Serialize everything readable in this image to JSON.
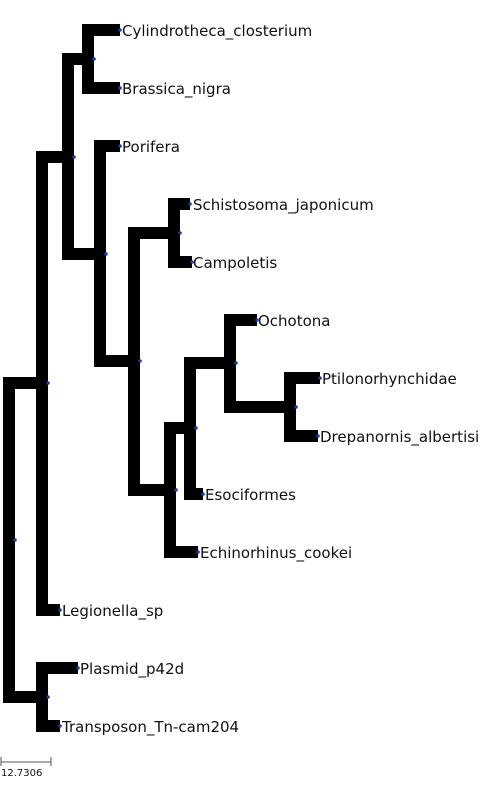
{
  "tree": {
    "leaves": [
      "Cylindrotheca_closterium",
      "Brassica_nigra",
      "Porifera",
      "Schistosoma_japonicum",
      "Campoletis",
      "Ochotona",
      "Ptilonorhynchidae",
      "Drepanornis_albertisi",
      "Esociformes",
      "Echinorhinus_cookei",
      "Legionella_sp",
      "Plasmid_p42d",
      "Transposon_Tn-cam204"
    ],
    "colors": {
      "branch": "#000000",
      "node": "#1f3a9e",
      "text": "#111111"
    }
  },
  "scale_bar": {
    "label": "12.7306"
  }
}
